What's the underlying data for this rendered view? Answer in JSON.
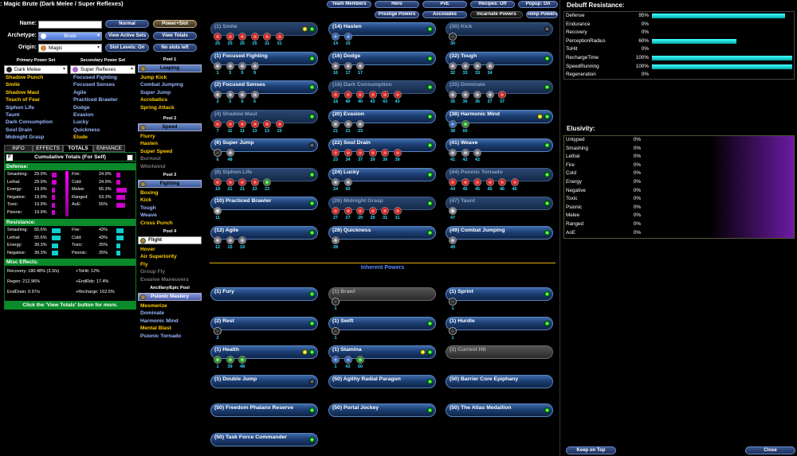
{
  "title": ": Magic Brute (Dark Melee / Super Reflexes)",
  "top_buttons": [
    "Team Members",
    "Hero",
    "PvE",
    "Recipes: Off",
    "Popup: On"
  ],
  "top_buttons2": [
    "Prestige Powers",
    "Accolades",
    "Incarnate Powers",
    "Temp Powers"
  ],
  "form": {
    "name_label": "Name:",
    "name_value": "",
    "archetype_label": "Archetype:",
    "archetype_value": "Brute",
    "origin_label": "Origin:",
    "origin_value": "Magic",
    "normal_btn": "Normal",
    "powerslot_btn": "Power+Slot",
    "view_active_sets": "View Active Sets",
    "view_totals": "View Totals",
    "slot_levels": "Slot Levels: On",
    "no_slots_left": "No slots left"
  },
  "primary": {
    "header": "Primary Power Set",
    "value": "Dark Melee",
    "powers": [
      {
        "n": "Shadow Punch",
        "c": "y"
      },
      {
        "n": "Smite",
        "c": "y"
      },
      {
        "n": "Shadow Maul",
        "c": "y"
      },
      {
        "n": "Touch of Fear",
        "c": "y"
      },
      {
        "n": "Siphon Life",
        "c": "b"
      },
      {
        "n": "Taunt",
        "c": "b"
      },
      {
        "n": "Dark Consumption",
        "c": "b"
      },
      {
        "n": "Soul Drain",
        "c": "b"
      },
      {
        "n": "Midnight Grasp",
        "c": "b"
      }
    ]
  },
  "secondary": {
    "header": "Secondary Power Set",
    "value": "Super Reflexes",
    "powers": [
      {
        "n": "Focused Fighting",
        "c": "b"
      },
      {
        "n": "Focused Senses",
        "c": "b"
      },
      {
        "n": "Agile",
        "c": "b"
      },
      {
        "n": "Practiced Brawler",
        "c": "b"
      },
      {
        "n": "Dodge",
        "c": "b"
      },
      {
        "n": "Evasion",
        "c": "b"
      },
      {
        "n": "Lucky",
        "c": "b"
      },
      {
        "n": "Quickness",
        "c": "b"
      },
      {
        "n": "Elude",
        "c": "y"
      }
    ]
  },
  "pools": [
    {
      "header": "Pool 1",
      "value": "Leaping",
      "powers": [
        {
          "n": "Jump Kick",
          "c": "y"
        },
        {
          "n": "Combat Jumping",
          "c": "b"
        },
        {
          "n": "Super Jump",
          "c": "b"
        },
        {
          "n": "Acrobatics",
          "c": "y"
        },
        {
          "n": "Spring Attack",
          "c": "y"
        }
      ]
    },
    {
      "header": "Pool 2",
      "value": "Speed",
      "powers": [
        {
          "n": "Flurry",
          "c": "y"
        },
        {
          "n": "Hasten",
          "c": "y"
        },
        {
          "n": "Super Speed",
          "c": "y"
        },
        {
          "n": "Burnout",
          "c": "g"
        },
        {
          "n": "Whirlwind",
          "c": "g"
        }
      ]
    },
    {
      "header": "Pool 3",
      "value": "Fighting",
      "powers": [
        {
          "n": "Boxing",
          "c": "y"
        },
        {
          "n": "Kick",
          "c": "y"
        },
        {
          "n": "Tough",
          "c": "b"
        },
        {
          "n": "Weave",
          "c": "b"
        },
        {
          "n": "Cross Punch",
          "c": "y"
        }
      ]
    },
    {
      "header": "Pool 4",
      "value": "Flight",
      "powers": [
        {
          "n": "Hover",
          "c": "y"
        },
        {
          "n": "Air Superiority",
          "c": "y"
        },
        {
          "n": "Fly",
          "c": "y"
        },
        {
          "n": "Group Fly",
          "c": "g"
        },
        {
          "n": "Evasive Maneuvers",
          "c": "g"
        }
      ]
    },
    {
      "header": "Ancillary/Epic Pool",
      "value": "Psionic Mastery",
      "powers": [
        {
          "n": "Mesmerize",
          "c": "y"
        },
        {
          "n": "Dominate",
          "c": "b"
        },
        {
          "n": "Harmonic Mind",
          "c": "b"
        },
        {
          "n": "Mental Blast",
          "c": "y"
        },
        {
          "n": "Psionic Tornado",
          "c": "b"
        }
      ]
    }
  ],
  "tabs": [
    "INFO",
    "EFFECTS",
    "TOTALS",
    "ENHANCE"
  ],
  "totals": {
    "pin": "F",
    "header": "Cumulative Totals (For Self)",
    "defense_label": "Defense:",
    "defense_left": [
      [
        "Smashing:",
        "29.9%",
        0.3
      ],
      [
        "Lethal:",
        "29.9%",
        0.3
      ],
      [
        "Energy:",
        "19.9%",
        0.2
      ],
      [
        "Negative:",
        "19.9%",
        0.2
      ],
      [
        "Toxic:",
        "19.9%",
        0.2
      ],
      [
        "Psionic:",
        "19.9%",
        0.2
      ]
    ],
    "defense_right": [
      [
        "Fire:",
        "24.9%",
        0.25
      ],
      [
        "Cold:",
        "24.9%",
        0.25
      ],
      [
        "Melee:",
        "65.3%",
        0.65
      ],
      [
        "Ranged:",
        "53.3%",
        0.53
      ],
      [
        "AoE:",
        "55%",
        0.55
      ]
    ],
    "resistance_label": "Resistance:",
    "res_left": [
      [
        "Smashing:",
        "55.6%",
        0.56
      ],
      [
        "Lethal:",
        "55.6%",
        0.56
      ],
      [
        "Energy:",
        "39.3%",
        0.39
      ],
      [
        "Negative:",
        "39.3%",
        0.39
      ]
    ],
    "res_right": [
      [
        "Fire:",
        "43%",
        0.43
      ],
      [
        "Cold:",
        "43%",
        0.43
      ],
      [
        "Toxic:",
        "25%",
        0.25
      ],
      [
        "Psionic:",
        "25%",
        0.25
      ]
    ],
    "misc_label": "Misc Effects:",
    "misc": [
      [
        "Recovery: 180.48% (3.3/s)",
        "+ToHit: 12%"
      ],
      [
        "Regen: 212.96%",
        "+EndRdx: 17.4%"
      ],
      [
        "EndDrain: 0.97/s",
        "+Recharge: 162.5%"
      ]
    ],
    "footer": "Click the 'View Totals' button for more."
  },
  "power_slots": [
    {
      "name": "(1) Smite",
      "style": "dim",
      "led": "yel",
      "enh": [
        [
          "r",
          25
        ],
        [
          "r",
          25
        ],
        [
          "r",
          25
        ],
        [
          "r",
          25
        ],
        [
          "r",
          31
        ],
        [
          "r",
          31
        ]
      ]
    },
    {
      "name": "(14) Hasten",
      "style": "",
      "led": "grn",
      "enh": [
        [
          "b",
          14
        ],
        [
          "b",
          15
        ]
      ]
    },
    {
      "name": "(30) Kick",
      "style": "dim",
      "led": "off",
      "enh": [
        [
          "k",
          30
        ]
      ]
    },
    {
      "name": "(1) Focused Fighting",
      "style": "",
      "led": "grn",
      "enh": [
        [
          "s",
          1
        ],
        [
          "s",
          3
        ],
        [
          "s",
          5
        ],
        [
          "s",
          9
        ]
      ]
    },
    {
      "name": "(16) Dodge",
      "style": "",
      "led": "grn",
      "enh": [
        [
          "s",
          16
        ],
        [
          "s",
          17
        ],
        [
          "s",
          17
        ]
      ]
    },
    {
      "name": "(32) Tough",
      "style": "",
      "led": "grn",
      "enh": [
        [
          "s",
          32
        ],
        [
          "s",
          33
        ],
        [
          "s",
          33
        ],
        [
          "s",
          34
        ]
      ]
    },
    {
      "name": "(2) Focused Senses",
      "style": "",
      "led": "grn",
      "enh": [
        [
          "s",
          3
        ],
        [
          "s",
          3
        ],
        [
          "s",
          5
        ],
        [
          "s",
          5
        ]
      ]
    },
    {
      "name": "(18) Dark Consumption",
      "style": "dim",
      "led": "grn",
      "enh": [
        [
          "r",
          18
        ],
        [
          "r",
          40
        ],
        [
          "r",
          40
        ],
        [
          "r",
          43
        ],
        [
          "r",
          43
        ],
        [
          "r",
          43
        ]
      ]
    },
    {
      "name": "(35) Dominate",
      "style": "dim",
      "led": "grn",
      "enh": [
        [
          "s",
          35
        ],
        [
          "s",
          36
        ],
        [
          "s",
          36
        ],
        [
          "s",
          37
        ],
        [
          "r",
          37
        ]
      ]
    },
    {
      "name": "(4) Shadow Maul",
      "style": "dim",
      "led": "grn",
      "enh": [
        [
          "r",
          7
        ],
        [
          "r",
          11
        ],
        [
          "r",
          11
        ],
        [
          "r",
          13
        ],
        [
          "r",
          13
        ],
        [
          "r",
          15
        ]
      ]
    },
    {
      "name": "(20) Evasion",
      "style": "",
      "led": "grn",
      "enh": [
        [
          "s",
          21
        ],
        [
          "s",
          21
        ],
        [
          "s",
          23
        ]
      ]
    },
    {
      "name": "(38) Harmonic Mind",
      "style": "",
      "led": "yel",
      "enh": [
        [
          "b",
          38
        ],
        [
          "g",
          50
        ]
      ]
    },
    {
      "name": "(6) Super Jump",
      "style": "",
      "led": "off",
      "enh": [
        [
          "k",
          6
        ],
        [
          "s",
          48
        ]
      ]
    },
    {
      "name": "(22) Soul Drain",
      "style": "",
      "led": "grn",
      "enh": [
        [
          "r",
          23
        ],
        [
          "r",
          34
        ],
        [
          "r",
          37
        ],
        [
          "r",
          39
        ],
        [
          "r",
          39
        ],
        [
          "r",
          39
        ]
      ]
    },
    {
      "name": "(41) Weave",
      "style": "",
      "led": "grn",
      "enh": [
        [
          "s",
          41
        ],
        [
          "s",
          42
        ],
        [
          "s",
          42
        ]
      ]
    },
    {
      "name": "(8) Siphon Life",
      "style": "dim",
      "led": "grn",
      "enh": [
        [
          "r",
          19
        ],
        [
          "r",
          21
        ],
        [
          "r",
          21
        ],
        [
          "r",
          23
        ],
        [
          "g",
          23
        ]
      ]
    },
    {
      "name": "(24) Lucky",
      "style": "",
      "led": "grn",
      "enh": [
        [
          "s",
          24
        ],
        [
          "s",
          50
        ]
      ]
    },
    {
      "name": "(44) Psionic Tornado",
      "style": "dim",
      "led": "grn",
      "enh": [
        [
          "r",
          44
        ],
        [
          "r",
          45
        ],
        [
          "r",
          45
        ],
        [
          "r",
          45
        ],
        [
          "r",
          46
        ],
        [
          "r",
          46
        ]
      ]
    },
    {
      "name": "(10) Practiced Brawler",
      "style": "",
      "led": "grn",
      "enh": [
        [
          "w",
          11
        ]
      ]
    },
    {
      "name": "(26) Midnight Grasp",
      "style": "dim",
      "led": "grn",
      "enh": [
        [
          "r",
          27
        ],
        [
          "r",
          27
        ],
        [
          "r",
          29
        ],
        [
          "r",
          29
        ],
        [
          "r",
          31
        ],
        [
          "r",
          31
        ]
      ]
    },
    {
      "name": "(47) Taunt",
      "style": "dim",
      "led": "grn",
      "enh": [
        [
          "w",
          47
        ]
      ]
    },
    {
      "name": "(12) Agile",
      "style": "",
      "led": "grn",
      "enh": [
        [
          "s",
          12
        ],
        [
          "s",
          15
        ],
        [
          "s",
          19
        ]
      ]
    },
    {
      "name": "(28) Quickness",
      "style": "",
      "led": "grn",
      "enh": [
        [
          "s",
          28
        ]
      ]
    },
    {
      "name": "(49) Combat Jumping",
      "style": "",
      "led": "grn",
      "enh": [
        [
          "s",
          49
        ]
      ]
    }
  ],
  "inherent_title": "Inherent Powers",
  "inherent_slots": [
    {
      "name": "(1) Fury",
      "style": "",
      "led": "grn",
      "enh": []
    },
    {
      "name": "(1) Brawl",
      "style": "gray",
      "led": "none",
      "enh": [
        [
          "k",
          1
        ]
      ]
    },
    {
      "name": "(1) Sprint",
      "style": "",
      "led": "grn",
      "enh": [
        [
          "k",
          1
        ]
      ]
    },
    {
      "name": "(2) Rest",
      "style": "",
      "led": "grn",
      "enh": [
        [
          "k",
          2
        ]
      ]
    },
    {
      "name": "(1) Swift",
      "style": "",
      "led": "grn",
      "enh": [
        [
          "k",
          1
        ]
      ]
    },
    {
      "name": "(1) Hurdle",
      "style": "",
      "led": "grn",
      "enh": [
        [
          "k",
          1
        ]
      ]
    },
    {
      "name": "(1) Health",
      "style": "",
      "led": "yel",
      "enh": [
        [
          "g",
          1
        ],
        [
          "g",
          39
        ],
        [
          "g",
          48
        ]
      ]
    },
    {
      "name": "(1) Stamina",
      "style": "",
      "led": "yel",
      "enh": [
        [
          "b",
          1
        ],
        [
          "b",
          43
        ],
        [
          "g",
          50
        ]
      ]
    },
    {
      "name": "(1) Current Hit",
      "style": "gray",
      "led": "none",
      "enh": []
    },
    {
      "name": "(1) Double Jump",
      "style": "",
      "led": "off",
      "enh": []
    },
    {
      "name": "(50) Agility Radial Paragon",
      "style": "",
      "led": "grn",
      "enh": []
    },
    {
      "name": "(50) Barrier Core Epiphany",
      "style": "",
      "led": "none",
      "enh": []
    },
    {
      "name": "(50) Freedom Phalanx Reserve",
      "style": "",
      "led": "grn",
      "enh": []
    },
    {
      "name": "(50) Portal Jockey",
      "style": "",
      "led": "grn",
      "enh": []
    },
    {
      "name": "(50) The Atlas Medallion",
      "style": "",
      "led": "grn",
      "enh": []
    },
    {
      "name": "(50) Task Force Commander",
      "style": "",
      "led": "grn",
      "enh": []
    }
  ],
  "debuff": {
    "title": "Debuff Resistance:",
    "rows": [
      [
        "Defense",
        "95%",
        0.95
      ],
      [
        "Endurance",
        "0%",
        0
      ],
      [
        "Recovery",
        "0%",
        0
      ],
      [
        "PerceptionRadius",
        "60%",
        0.6
      ],
      [
        "ToHit",
        "0%",
        0
      ],
      [
        "RechargeTime",
        "100%",
        1
      ],
      [
        "SpeedRunning",
        "100%",
        1
      ],
      [
        "Regeneration",
        "0%",
        0
      ]
    ]
  },
  "elusivity": {
    "title": "Elusivity:",
    "rows": [
      [
        "Untyped",
        "0%"
      ],
      [
        "Smashing",
        "0%"
      ],
      [
        "Lethal",
        "0%"
      ],
      [
        "Fire",
        "0%"
      ],
      [
        "Cold",
        "0%"
      ],
      [
        "Energy",
        "0%"
      ],
      [
        "Negative",
        "0%"
      ],
      [
        "Toxic",
        "0%"
      ],
      [
        "Psionic",
        "0%"
      ],
      [
        "Melee",
        "0%"
      ],
      [
        "Ranged",
        "0%"
      ],
      [
        "AoE",
        "0%"
      ]
    ]
  },
  "bottom_buttons": {
    "keep_on_top": "Keep on Top",
    "close": "Close"
  },
  "colors": {
    "accent_green": "#0a8a2a",
    "bar_magenta": "#cc00cc",
    "bar_cyan": "#11cccc",
    "divider": "#e0b000"
  }
}
